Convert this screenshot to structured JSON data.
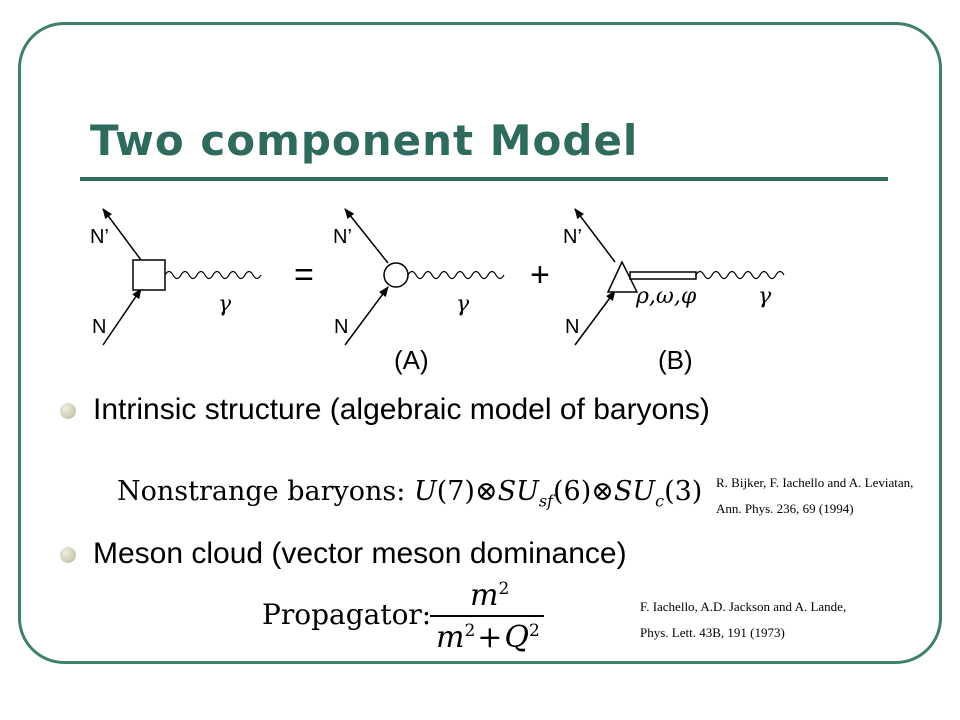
{
  "slide": {
    "title": "Two component Model"
  },
  "diagram": {
    "outgoing_label": "N’",
    "incoming_label": "N",
    "photon_label": "γ",
    "equals_sign": "=",
    "plus_sign": "+",
    "meson_label": "ρ,ω,φ",
    "caption_a": "(A)",
    "caption_b": "(B)"
  },
  "bullets": [
    {
      "text": "Intrinsic structure (algebraic model of baryons)"
    },
    {
      "text": "Meson cloud (vector meson dominance)"
    }
  ],
  "formula_baryons": {
    "prefix": "Nonstrange baryons: ",
    "U": "U",
    "arg7": "(7)",
    "otimes": "⊗",
    "SU": "SU",
    "sub_sf": "sf",
    "arg6": "(6)",
    "sub_c": "c",
    "arg3": "(3)"
  },
  "formula_propagator": {
    "prefix": "Propagator:",
    "num_m": "m",
    "exp2": "2",
    "plus": "+",
    "den_Q": "Q"
  },
  "references": [
    {
      "line1": "R. Bijker, F. Iachello and A. Leviatan,",
      "line2": "Ann. Phys.  236, 69 (1994)"
    },
    {
      "line1": "F. Iachello, A.D. Jackson and A. Lande,",
      "line2": "Phys. Lett. 43B, 191 (1973)"
    }
  ],
  "colors": {
    "title": "#2e6b5c",
    "frame_border": "#3f7f6e",
    "bullet": "#c9c7ad"
  }
}
